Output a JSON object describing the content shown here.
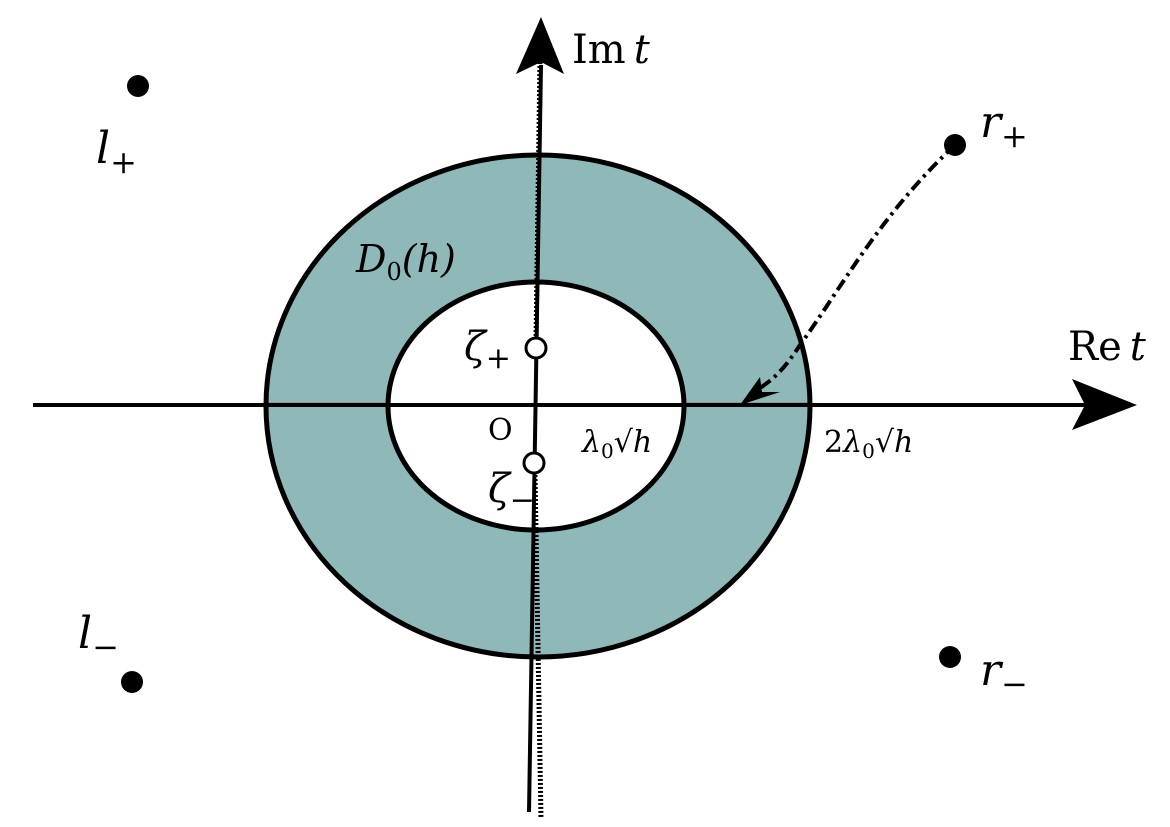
{
  "labels": {
    "im_axis_prefix": "Im",
    "im_axis_var": "t",
    "re_axis_prefix": "Re",
    "re_axis_var": "t",
    "domain_prefix": "D",
    "domain_sub": "0",
    "domain_suffix": "(h)",
    "origin": "O",
    "zeta": "ζ",
    "plus": "+",
    "minus": "−",
    "l": "l",
    "r": "r",
    "lambda": "λ",
    "lambda_sub": "0",
    "sqrt": "√",
    "h": "h",
    "two": "2"
  },
  "colors": {
    "annulus_fill": "#8fb8b9",
    "ink": "#000000",
    "annulus_divider": "#808080"
  }
}
